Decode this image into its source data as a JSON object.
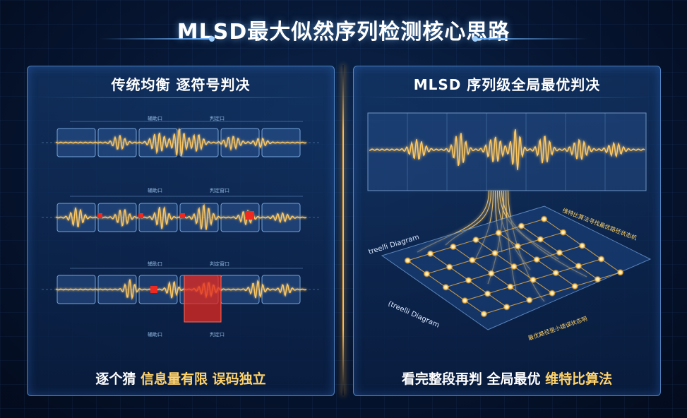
{
  "title": "MLSD最大似然序列检测核心思路",
  "left_panel": {
    "title": "传统均衡 逐符号判决",
    "row_labels": [
      {
        "left": "辅助口",
        "right": "判定口"
      },
      {
        "left": "辅助口",
        "right": "判定窗口"
      },
      {
        "left": "辅助口",
        "right": "判定窗口"
      }
    ],
    "bottom_labels": {
      "left": "辅助口",
      "right": "判定口"
    },
    "footer": {
      "part1": "逐个猜 ",
      "part2": "信息量有限 误码独立"
    }
  },
  "right_panel": {
    "title": "MLSD 序列级全局最优判决",
    "trellis_label_top": "treelli Diagram",
    "trellis_label_bottom": "(treelli Diagram",
    "path_label_top": "维特比算法寻找最优路径状态机",
    "path_label_bottom": "最优路径是小错误状态明",
    "footer": {
      "part1": "看完整段再判 全局最优 ",
      "part2": "维特比算法"
    }
  },
  "colors": {
    "accent": "#ffb84a",
    "error": "#e8231f",
    "panel_border": "#6eaaf0"
  }
}
